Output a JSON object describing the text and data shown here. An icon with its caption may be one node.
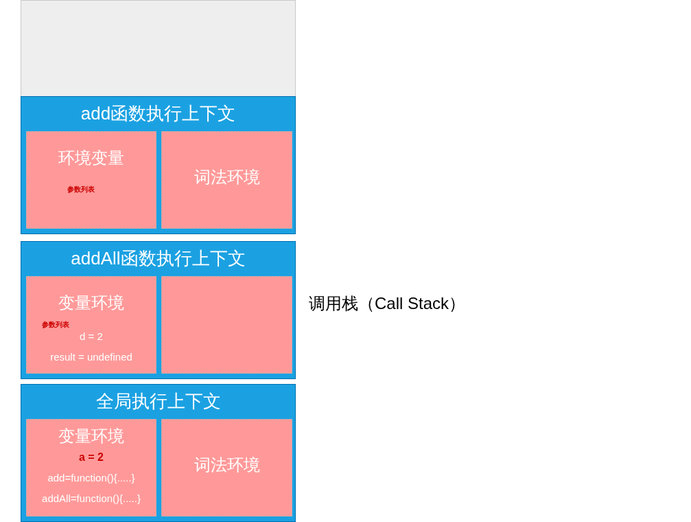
{
  "diagram": {
    "nodes": [
      {
        "text": [],
        "shape": "box"
      },
      {
        "text": [
          "add函数执行上下文"
        ]
      },
      {
        "text": [
          "环境变量",
          "参数列表"
        ],
        "in": 1
      },
      {
        "text": [
          "词法环境"
        ],
        "in": 1
      },
      {
        "text": [
          "addAll函数执行上下文"
        ]
      },
      {
        "text": [
          "变量环境",
          "参数列表",
          "d = 2",
          "result = undefined"
        ],
        "in": 4
      },
      {
        "text": [],
        "shape": "box",
        "in": 4
      },
      {
        "text": [
          "全局执行上下文"
        ]
      },
      {
        "text": [
          "变量环境",
          "a = 2",
          "add=function(){.....}",
          "addAll=function(){.....}"
        ],
        "in": 7
      },
      {
        "text": [
          "词法环境"
        ],
        "in": 7
      }
    ],
    "edges": [],
    "labels": [
      "调用栈（Call Stack）"
    ]
  }
}
